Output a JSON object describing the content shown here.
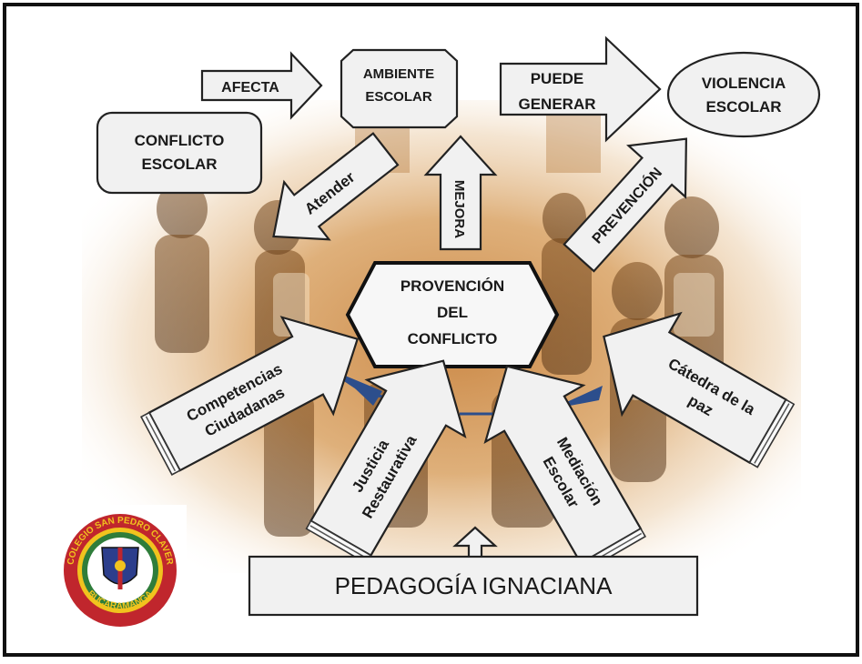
{
  "diagram": {
    "top": {
      "conflicto": [
        "CONFLICTO",
        "ESCOLAR"
      ],
      "afecta": "AFECTA",
      "ambiente": [
        "AMBIENTE",
        "ESCOLAR"
      ],
      "puede_generar": [
        "PUEDE",
        "GENERAR"
      ],
      "violencia": [
        "VIOLENCIA",
        "ESCOLAR"
      ]
    },
    "arrows": {
      "atender": "Atender",
      "mejora": "MEJORA",
      "prevencion": "PREVENCIÓN"
    },
    "center": [
      "PROVENCIÓN",
      "DEL",
      "CONFLICTO"
    ],
    "strategies": {
      "competencias": [
        "Competencias",
        "Ciudadanas"
      ],
      "justicia": [
        "Justicia",
        "Restaurativa"
      ],
      "mediacion": [
        "Mediación",
        "Escolar"
      ],
      "catedra": [
        "Cátedra de la",
        "paz"
      ]
    },
    "base": "PEDAGOGÍA IGNACIANA",
    "logo": {
      "ring_top": "COLEGIO SAN PEDRO CLAVER",
      "ring_bottom": "BUCARAMANGA"
    }
  },
  "colors": {
    "frame": "#111111",
    "photo_tint": "#d39a55",
    "box_fill": "#f1f1f1",
    "logo_red": "#c0262d",
    "logo_yellow": "#f1c31e",
    "logo_green": "#2f7d3a",
    "logo_blue": "#2c3e8c"
  }
}
